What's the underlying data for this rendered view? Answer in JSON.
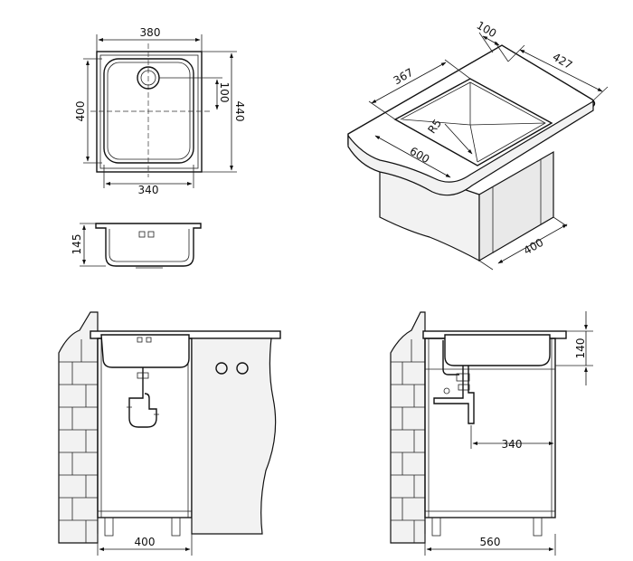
{
  "top_view": {
    "width_outer": "380",
    "width_inner": "340",
    "depth_outer": "400",
    "depth_total": "440",
    "drain_offset": "100"
  },
  "section_view": {
    "bowl_depth": "145"
  },
  "iso_view": {
    "dim_rear": "100",
    "dim_depth_total": "427",
    "dim_bowl_width": "367",
    "dim_radius": "R5",
    "dim_cabinet_width": "600",
    "dim_cabinet_depth": "400"
  },
  "front_install": {
    "cabinet_width": "400"
  },
  "side_install": {
    "depth": "560",
    "drain_offset": "340",
    "height": "140"
  }
}
